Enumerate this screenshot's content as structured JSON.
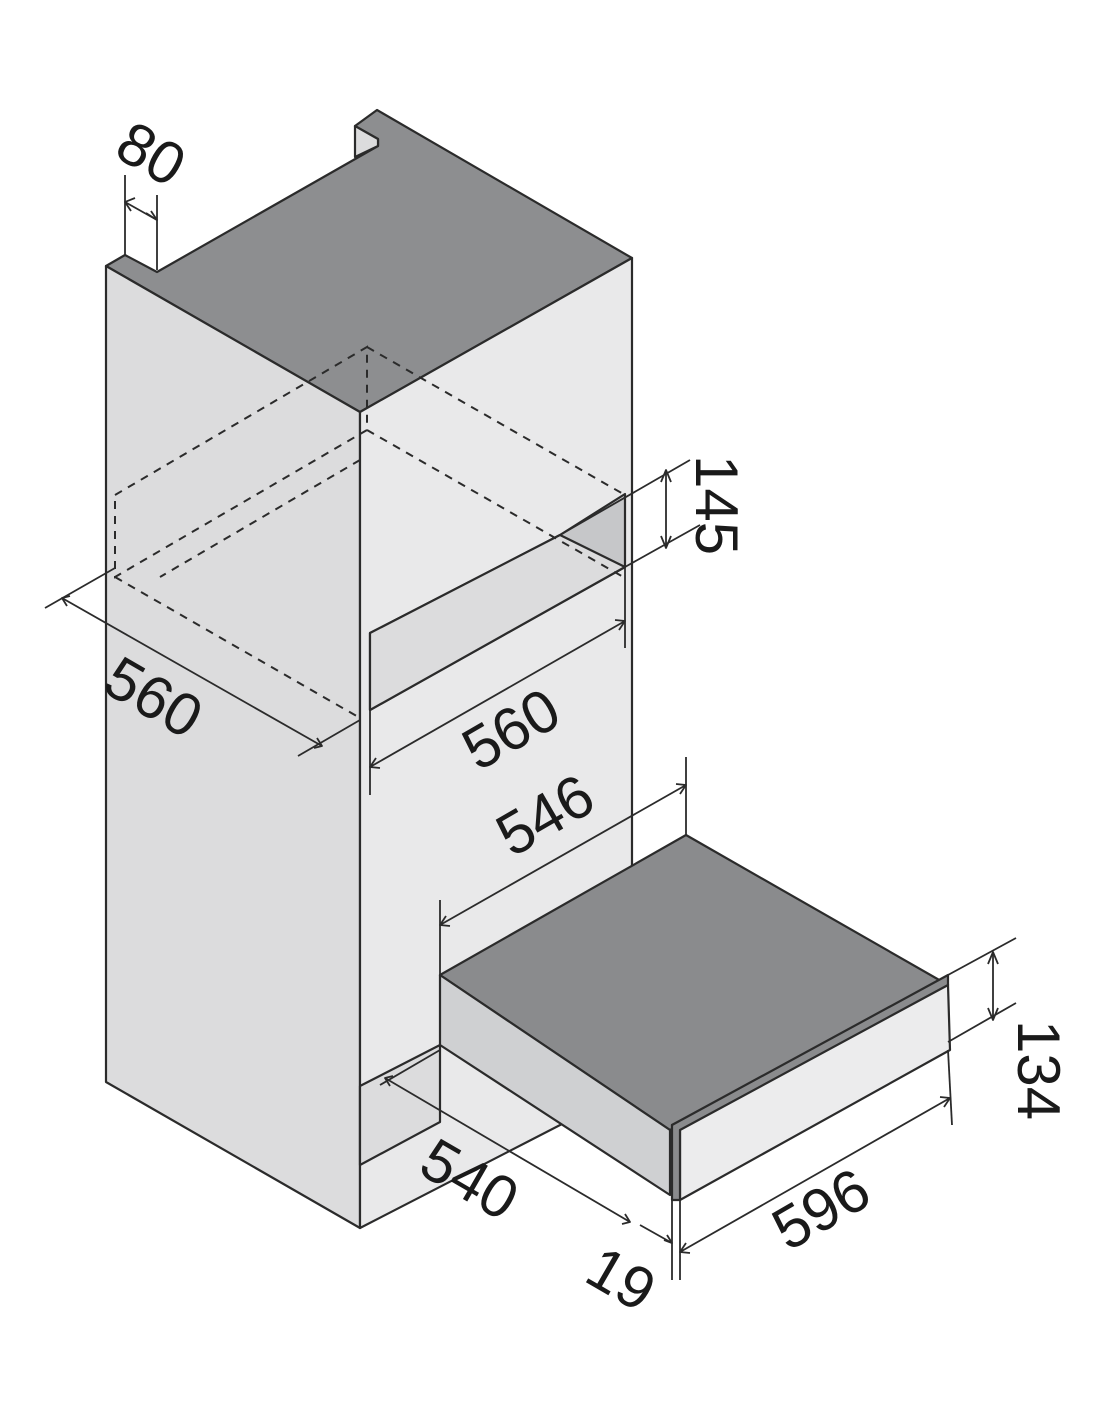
{
  "colors": {
    "top_face": "#8d8e90",
    "front_face": "#dcdcdd",
    "side_face": "#e9e9ea",
    "niche_back": "#c6c7c9",
    "drawer_top": "#8a8b8d",
    "drawer_side": "#cfd0d2",
    "drawer_front": "#ececed",
    "lines": "#2b2b2b"
  },
  "dimensions": {
    "top_depth": "80",
    "niche_height": "145",
    "cabinet_depth": "560",
    "niche_width": "560",
    "drawer_width": "546",
    "drawer_depth": "540",
    "front_thickness": "19",
    "front_width": "596",
    "front_height": "134"
  }
}
